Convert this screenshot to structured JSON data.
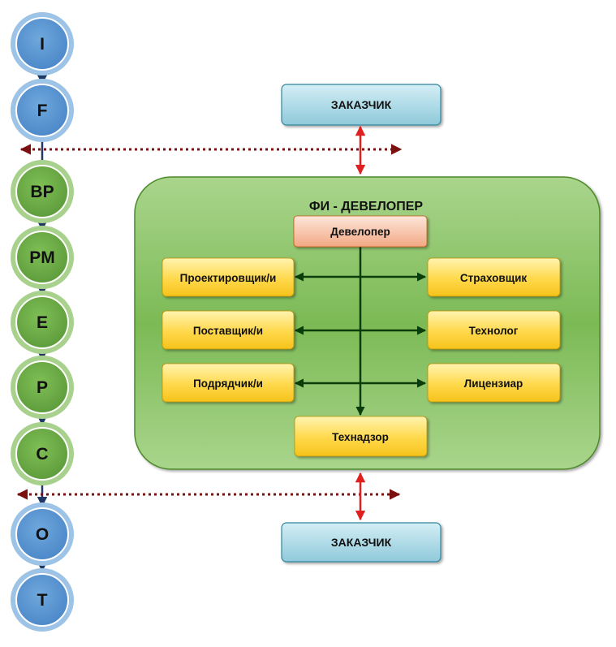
{
  "stages": {
    "s1": {
      "label": "I",
      "group": "blue"
    },
    "s2": {
      "label": "F",
      "group": "blue"
    },
    "s3": {
      "label": "BP",
      "group": "green"
    },
    "s4": {
      "label": "PM",
      "group": "green"
    },
    "s5": {
      "label": "E",
      "group": "green"
    },
    "s6": {
      "label": "P",
      "group": "green"
    },
    "s7": {
      "label": "C",
      "group": "green"
    },
    "s8": {
      "label": "O",
      "group": "blue"
    },
    "s9": {
      "label": "T",
      "group": "blue"
    }
  },
  "client_top": {
    "label": "ЗАКАЗЧИК"
  },
  "client_bottom": {
    "label": "ЗАКАЗЧИК"
  },
  "developer_group": {
    "title": "ФИ - ДЕВЕЛОПЕР",
    "developer": "Девелопер",
    "designer": "Проектировщик/и",
    "supplier": "Поставщик/и",
    "contractor": "Подрядчик/и",
    "insurer": "Страховщик",
    "technologist": "Технолог",
    "licensor": "Лицензиар",
    "supervision": "Технадзор"
  },
  "colors": {
    "stage_blue": "#5b9bd5",
    "stage_blue_ring": "#9dc3e6",
    "stage_green": "#70ad47",
    "stage_green_ring": "#a9d18e",
    "client_box": "#b7dde8",
    "panel_green": "#8cc56d",
    "role_box": "#ffd966",
    "developer_box": "#f8cbad",
    "connector": "#1f3864",
    "tree_line": "#0b3d0b",
    "client_arrow": "#e02020",
    "phase_divider": "#7b1010"
  }
}
